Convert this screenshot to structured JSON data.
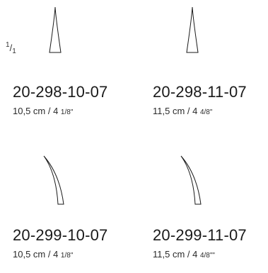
{
  "scale_label": {
    "num": "1",
    "slash": "/",
    "den": "1"
  },
  "items": [
    {
      "code": "20-298-10-07",
      "size_main": "10,5 cm  / 4 ",
      "size_frac": "1/8\""
    },
    {
      "code": "20-298-11-07",
      "size_main": "11,5 cm  / 4 ",
      "size_frac": "4/8\""
    },
    {
      "code": "20-299-10-07",
      "size_main": "10,5 cm  / 4 ",
      "size_frac": "1/8\""
    },
    {
      "code": "20-299-11-07",
      "size_main": "11,5 cm  / 4 ",
      "size_frac": "4/8\"\""
    }
  ],
  "colors": {
    "ink": "#1a1a1a",
    "background": "#ffffff"
  }
}
